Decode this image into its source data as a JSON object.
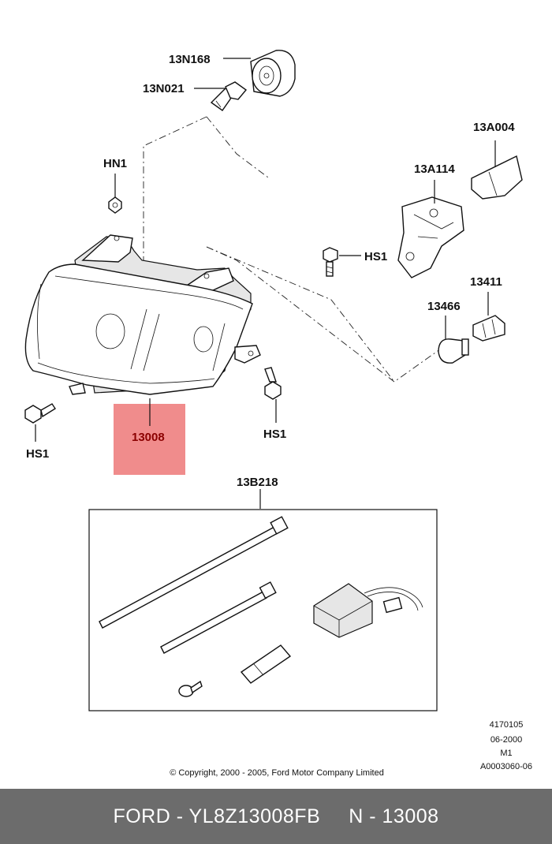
{
  "callouts": {
    "c13n168": "13N168",
    "c13n021": "13N021",
    "hn1": "HN1",
    "c13a004": "13A004",
    "c13a114": "13A114",
    "hs1_right_upper": "HS1",
    "c13411": "13411",
    "c13466": "13466",
    "hs1_left": "HS1",
    "c13008": "13008",
    "hs1_right_lower": "HS1",
    "c13b218": "13B218"
  },
  "highlight_color": "#f08c8c",
  "reference_codes": [
    "4170105",
    "06-2000",
    "M1",
    "A0003060-06"
  ],
  "copyright": "© Copyright, 2000 - 2005, Ford Motor Company Limited",
  "footer": {
    "part_number": "FORD - YL8Z13008FB",
    "base_number": "N - 13008"
  }
}
